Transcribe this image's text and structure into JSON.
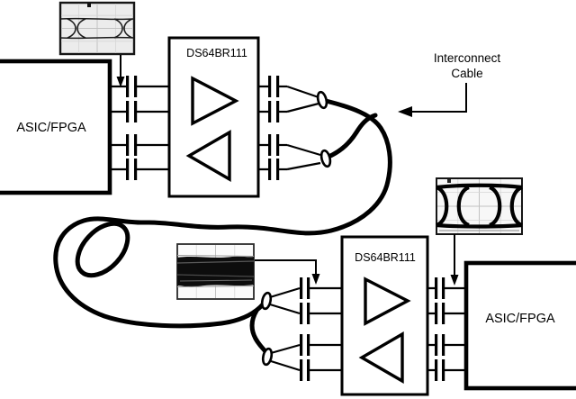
{
  "diagram": {
    "blocks": {
      "asic_left": "ASIC/FPGA",
      "repeater_left": "DS64BR111",
      "repeater_right": "DS64BR111",
      "asic_right": "ASIC/FPGA"
    },
    "cable_annotation": {
      "line1": "Interconnect",
      "line2": "Cable"
    },
    "colors": {
      "line": "#000000",
      "background": "#ffffff",
      "inset_background": "#ececec"
    }
  }
}
